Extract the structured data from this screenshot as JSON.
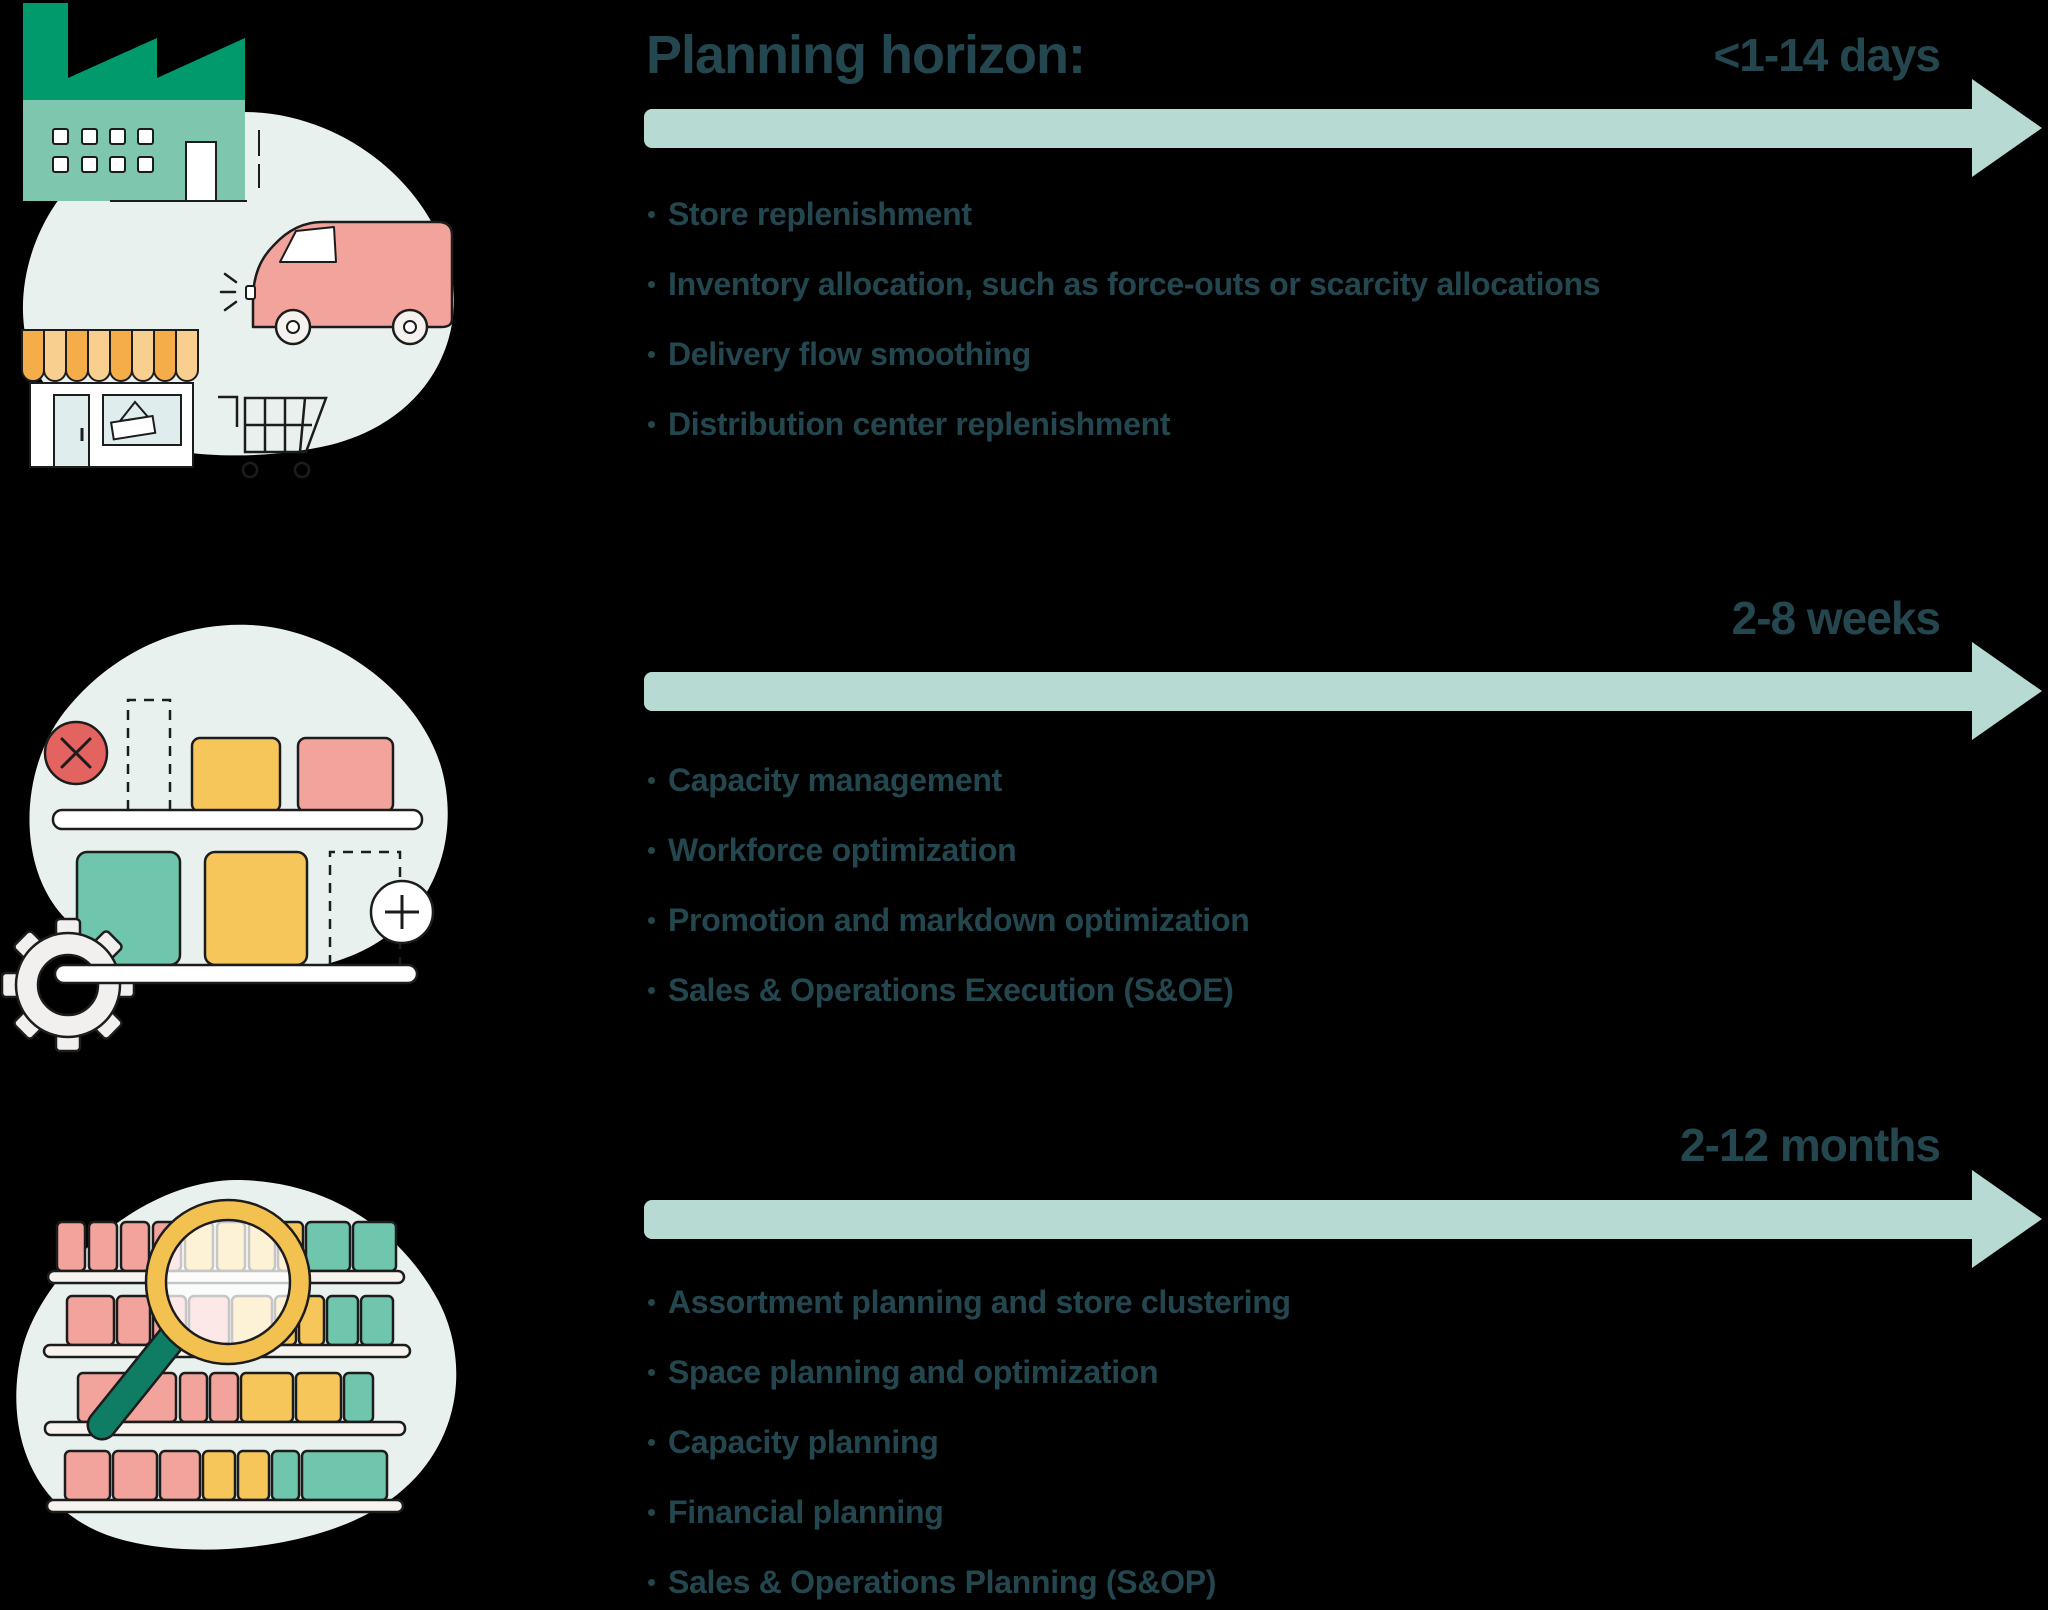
{
  "header": {
    "title": "Planning horizon:"
  },
  "colors": {
    "text": "#24464f",
    "arrow_mint": "#b7dbd2",
    "blob_mint": "#e9f1ef",
    "factory_roof_green": "#019a6c",
    "factory_body_green": "#7ec6ad",
    "teal_box": "#6fc6ac",
    "yellow_box": "#f6c65b",
    "salmon": "#f2a49c",
    "red_badge": "#e2635f",
    "awning_orange": "#f5ad49",
    "awning_light": "#f8cf8f",
    "magnifier_ring_yellow": "#f2c14f",
    "magnifier_handle_green": "#0e7d63",
    "outline_dark": "#1c1c1c"
  },
  "sections": [
    {
      "id": "short-term",
      "horizon_label": "<1-14 days",
      "illustration": "factory-van-store",
      "bullets": [
        "Store replenishment",
        "Inventory allocation, such as force-outs or scarcity allocations",
        "Delivery flow smoothing",
        "Distribution center replenishment"
      ]
    },
    {
      "id": "mid-term",
      "horizon_label": "2-8 weeks",
      "illustration": "shelf-planning-gear",
      "bullets": [
        "Capacity management",
        "Workforce optimization",
        "Promotion and markdown optimization",
        "Sales & Operations Execution (S&OE)"
      ]
    },
    {
      "id": "long-term",
      "horizon_label": "2-12 months",
      "illustration": "shelf-magnifier",
      "bullets": [
        "Assortment planning and store clustering",
        "Space planning and optimization",
        "Capacity planning",
        "Financial planning",
        "Sales & Operations Planning (S&OP)"
      ]
    }
  ]
}
